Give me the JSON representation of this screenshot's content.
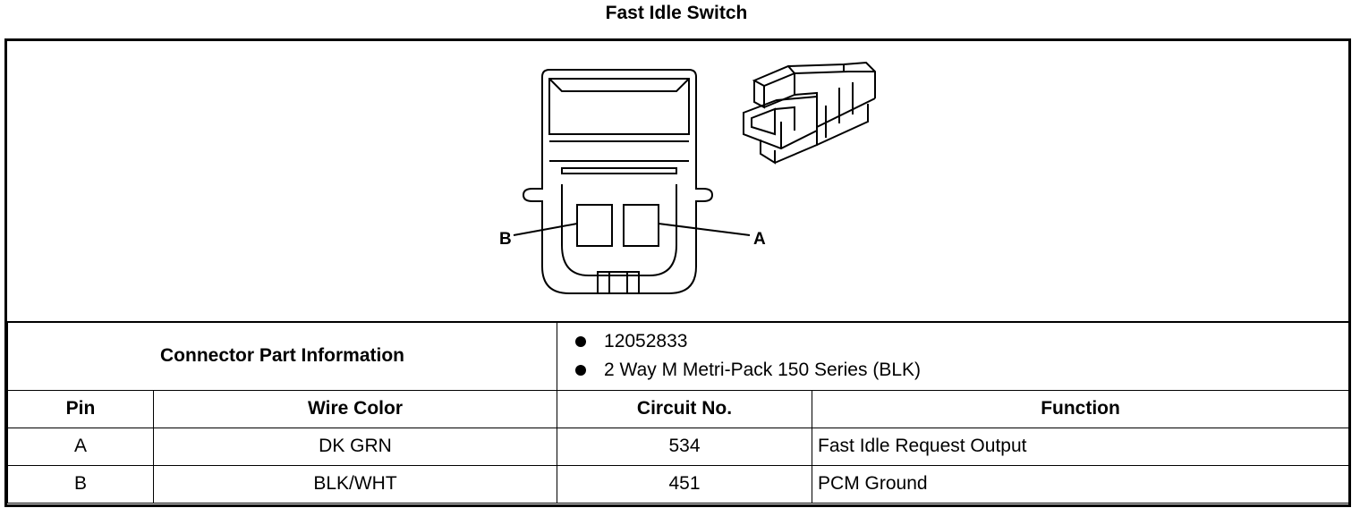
{
  "title": "Fast Idle Switch",
  "diagram": {
    "label_b": "B",
    "label_a": "A"
  },
  "connector_info": {
    "label": "Connector Part Information",
    "items": [
      "12052833",
      "2 Way M Metri-Pack 150 Series (BLK)"
    ]
  },
  "table": {
    "headers": [
      "Pin",
      "Wire Color",
      "Circuit No.",
      "Function"
    ],
    "rows": [
      [
        "A",
        "DK GRN",
        "534",
        "Fast Idle Request Output"
      ],
      [
        "B",
        "BLK/WHT",
        "451",
        "PCM Ground"
      ]
    ]
  }
}
